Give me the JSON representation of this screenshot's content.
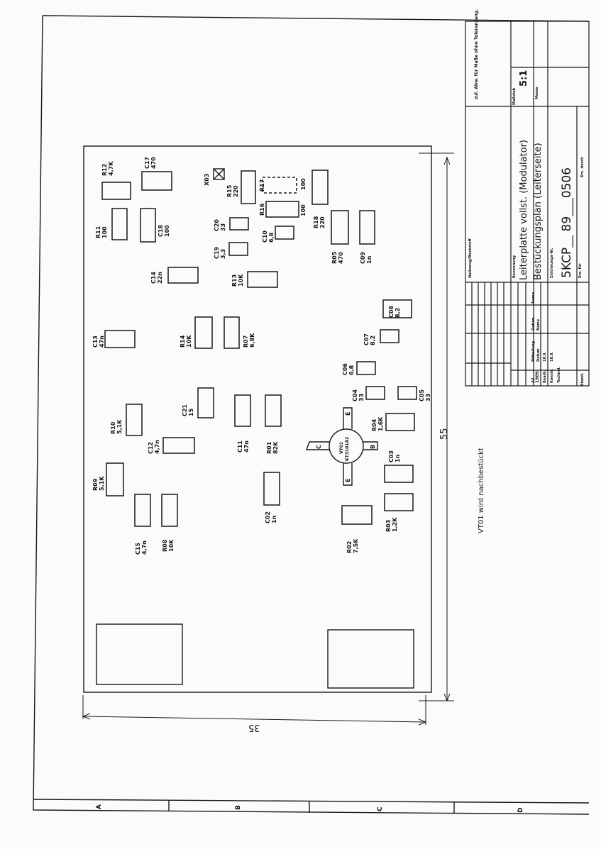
{
  "zones": [
    "A",
    "B",
    "C",
    "D"
  ],
  "board_labels": {
    "width_dim": "55",
    "height_dim": "35",
    "note": "VT01 wird nachbestückt"
  },
  "components": [
    {
      "ref": "R12",
      "value": "4,7K"
    },
    {
      "ref": "C17",
      "value": "470"
    },
    {
      "ref": "R11",
      "value": "100"
    },
    {
      "ref": "C18",
      "value": "100"
    },
    {
      "ref": "X03",
      "value": ""
    },
    {
      "ref": "R15",
      "value": "220"
    },
    {
      "ref": "R17",
      "value": "100"
    },
    {
      "ref": "R16",
      "value": "100"
    },
    {
      "ref": "C20",
      "value": "33"
    },
    {
      "ref": "C19",
      "value": "3,3"
    },
    {
      "ref": "C10",
      "value": "6,8"
    },
    {
      "ref": "R18",
      "value": "220"
    },
    {
      "ref": "C14",
      "value": "22n"
    },
    {
      "ref": "R13",
      "value": "10K"
    },
    {
      "ref": "R05",
      "value": "470"
    },
    {
      "ref": "C09",
      "value": "1n"
    },
    {
      "ref": "C13",
      "value": "47n"
    },
    {
      "ref": "R14",
      "value": "10K"
    },
    {
      "ref": "R07",
      "value": "6,8K"
    },
    {
      "ref": "C08",
      "value": "8,2"
    },
    {
      "ref": "C07",
      "value": "8,2"
    },
    {
      "ref": "C06",
      "value": "6,8"
    },
    {
      "ref": "C04",
      "value": "33"
    },
    {
      "ref": "C05",
      "value": "33"
    },
    {
      "ref": "R10",
      "value": "5,1K"
    },
    {
      "ref": "C21",
      "value": "15"
    },
    {
      "ref": "C12",
      "value": "4,7n"
    },
    {
      "ref": "C11",
      "value": "47n"
    },
    {
      "ref": "R01",
      "value": "82K"
    },
    {
      "ref": "R04",
      "value": "1,6K"
    },
    {
      "ref": "C03",
      "value": "1n"
    },
    {
      "ref": "R09",
      "value": "5,1K"
    },
    {
      "ref": "C02",
      "value": "1n"
    },
    {
      "ref": "R03",
      "value": "1,2K"
    },
    {
      "ref": "C15",
      "value": "4,7n"
    },
    {
      "ref": "R08",
      "value": "10K"
    },
    {
      "ref": "R02",
      "value": "7,5K"
    }
  ],
  "transistor": {
    "ref": "VT01",
    "type": "KT3101A2",
    "pins": [
      "C",
      "E",
      "B",
      "E"
    ]
  },
  "title_block": {
    "scale_header": "Maßstab",
    "scale": "5:1",
    "mass_header": "Masse",
    "approval_note": "zul. Abw. für Maße ohne Toleranzang.",
    "material_header": "Halbzeug/Werkstoff",
    "name_header": "Benennung",
    "title_line1": "Leiterplatte vollst. (Modulator)",
    "title_line2": "Bestückungsplan (Leiterseite)",
    "drawing_no_header": "Zeichnungs-Nr.",
    "drawing_no": "5KCP__ 89___0506",
    "replacement_for": "Ers. für",
    "replaced_by": "Ers. durch",
    "revision_headers": [
      "AZ",
      "Mitteilung",
      "Datum",
      "Name"
    ],
    "year": "1989",
    "date_col": "Datum",
    "name_col": "Name",
    "rows": [
      {
        "role": "Bearb.",
        "date": "18.9."
      },
      {
        "role": "Konstr.",
        "date": "18.9."
      },
      {
        "role": "Technol.",
        "date": ""
      }
    ],
    "standard": "Stand."
  }
}
